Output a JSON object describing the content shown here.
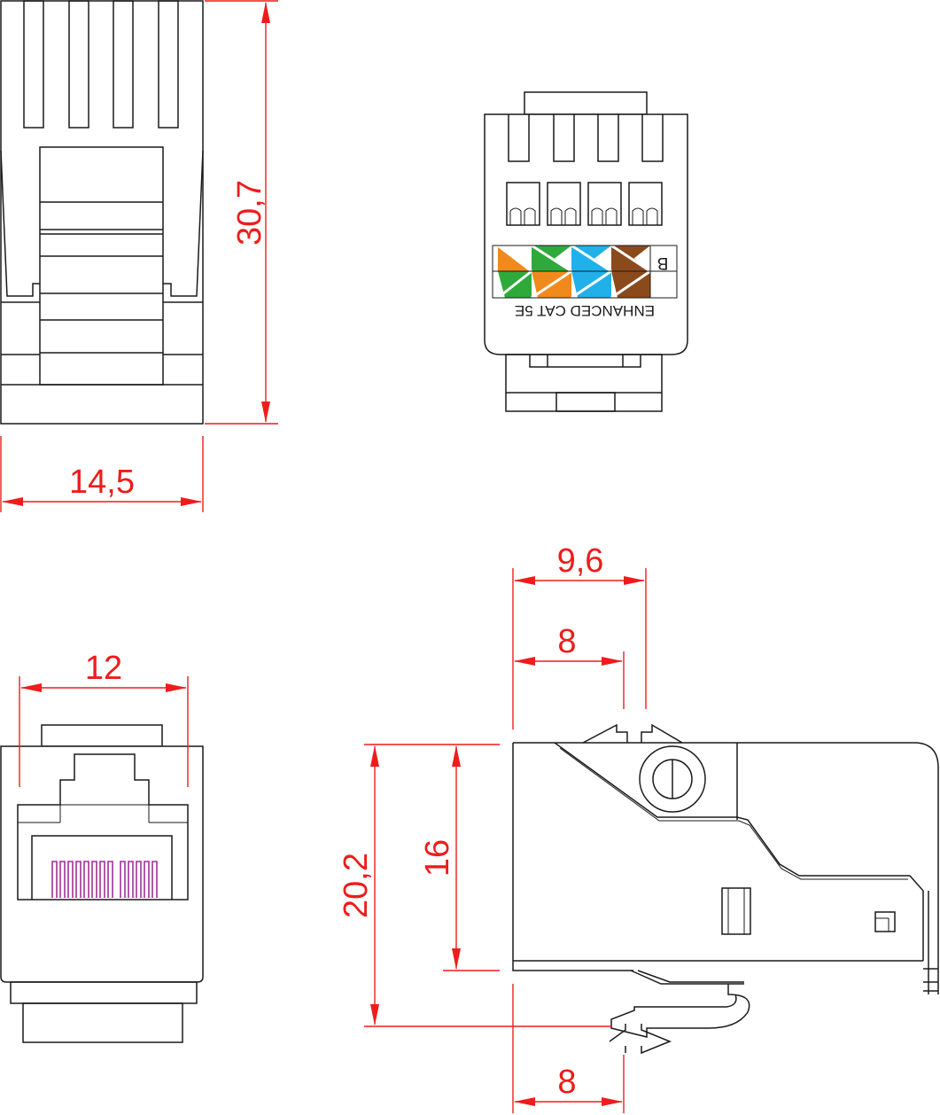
{
  "dimensions": {
    "front_height": "30,7",
    "front_width": "14,5",
    "jack_opening_width": "12",
    "side_depth_total": "9,6",
    "side_depth_upper": "8",
    "side_height_total": "20,2",
    "side_height_body": "16",
    "side_depth_lower": "8"
  },
  "label": {
    "scheme_letter": "B",
    "text": "ENHANCED  CAT  5E"
  },
  "colors": {
    "dimension": "#ee1c1c",
    "outline": "#1a1a1a",
    "contact_pins": "#a0309a",
    "wire_orange": "#f08a1c",
    "wire_green": "#2eaa3a",
    "wire_blue": "#22b0ea",
    "wire_brown": "#8b4a1c"
  },
  "wiring": {
    "top_row": [
      "orange",
      "green",
      "blue",
      "brown"
    ],
    "bottom_row": [
      "green",
      "orange",
      "blue",
      "brown"
    ]
  }
}
